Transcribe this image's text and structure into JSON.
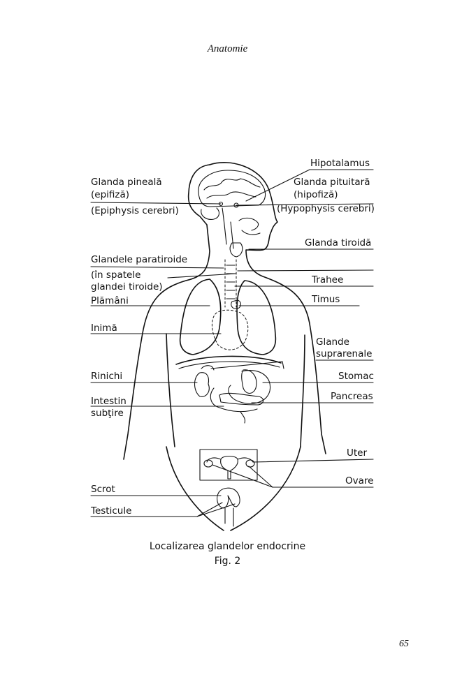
{
  "header": {
    "title": "Anatomie"
  },
  "page_number": "65",
  "caption": {
    "line1": "Localizarea glandelor endocrine",
    "line2": "Fig. 2"
  },
  "labels": {
    "hipotalamus": "Hipotalamus",
    "glanda_pineala": "Glanda pineală",
    "epifiza": "(epifiză)",
    "epiphysis": "(Epiphysis cerebri)",
    "glanda_pituitara": "Glanda pituitară",
    "hipofiza": "(hipofiză)",
    "hypophysis": "(Hypophysis cerebri)",
    "glanda_tiroida": "Glanda tiroidă",
    "glandele_paratiroide": "Glandele paratiroide",
    "in_spatele": "(în spatele",
    "glandei_tiroide": "glandei tiroide)",
    "trahee": "Trahee",
    "timus": "Timus",
    "plamani": "Plămâni",
    "inima": "Inimă",
    "glande": "Glande",
    "suprarenale": "suprarenale",
    "rinichi": "Rinichi",
    "stomac": "Stomac",
    "intestin": "Intestin",
    "subtire": "subţire",
    "pancreas": "Pancreas",
    "uter": "Uter",
    "ovare": "Ovare",
    "scrot": "Scrot",
    "testicule": "Testicule"
  }
}
